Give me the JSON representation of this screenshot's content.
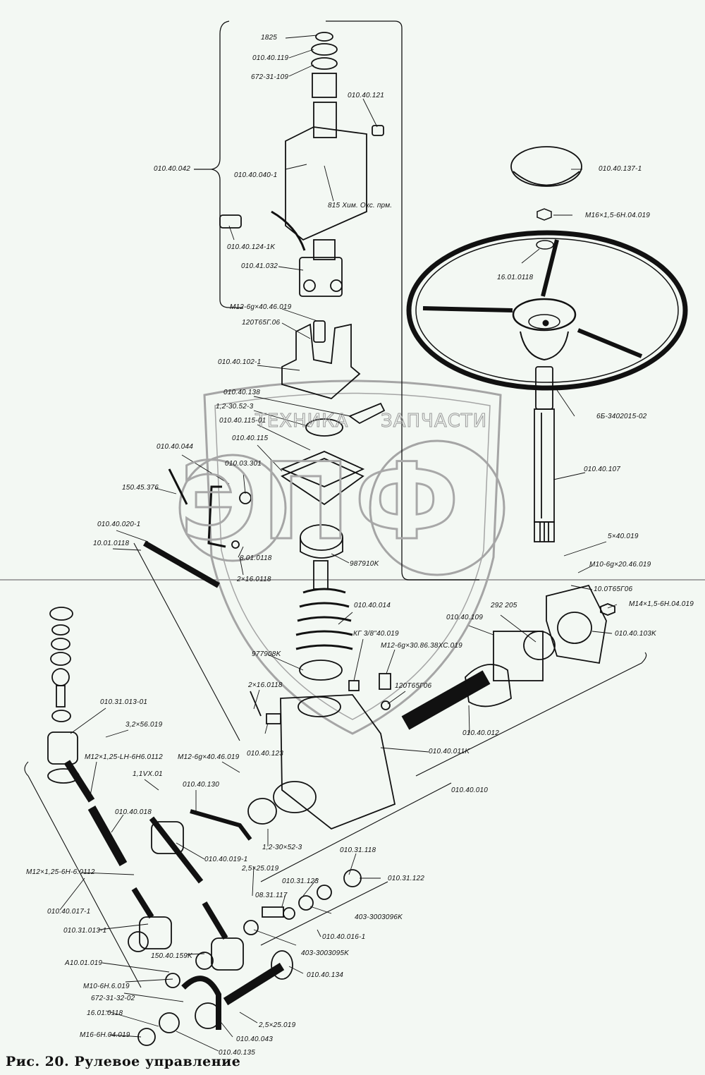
{
  "figure": {
    "caption": "Рис. 20. Рулевое управление",
    "subject": "Steering control exploded parts diagram"
  },
  "watermark": {
    "top_text_left": "ТЕХНИКА",
    "top_text_right": "ЗАПЧАСТИ",
    "logo_letters": "ЭПФ",
    "color": "#a0a0a0"
  },
  "colors": {
    "background": "#f3f8f3",
    "ink": "#111111"
  },
  "labels": [
    {
      "id": "1825",
      "text": "1825"
    },
    {
      "id": "010.40.119",
      "text": "010.40.119"
    },
    {
      "id": "672-31-109",
      "text": "672-31-109"
    },
    {
      "id": "010.40.121",
      "text": "010.40.121"
    },
    {
      "id": "010.40.042",
      "text": "010.40.042"
    },
    {
      "id": "010.40.040-1",
      "text": "010.40.040-1"
    },
    {
      "id": "815",
      "text": "815 Хим. Окс. прм."
    },
    {
      "id": "010.40.124-1K",
      "text": "010.40.124-1K"
    },
    {
      "id": "010.41.032",
      "text": "010.41.032"
    },
    {
      "id": "M12-6g-40.46.019-top",
      "text": "M12-6g×40.46.019"
    },
    {
      "id": "120T65G.06",
      "text": "120Т65Г.06"
    },
    {
      "id": "010.40.137-1",
      "text": "010.40.137-1"
    },
    {
      "id": "M16-1.5-6H.04.019",
      "text": "M16×1,5-6H.04.019"
    },
    {
      "id": "16.01.0118-wheel",
      "text": "16.01.0118"
    },
    {
      "id": "010.40.102-1",
      "text": "010.40.102-1"
    },
    {
      "id": "010.40.138",
      "text": "010.40.138"
    },
    {
      "id": "1.2-30.52-3",
      "text": "1,2-30.52-3"
    },
    {
      "id": "010.40.115-01",
      "text": "010.40.115-01"
    },
    {
      "id": "010.40.115",
      "text": "010.40.115"
    },
    {
      "id": "6B-3402015-02",
      "text": "6Б-3402015-02"
    },
    {
      "id": "010.40.044",
      "text": "010.40.044"
    },
    {
      "id": "010.03.301",
      "text": "010.03.301"
    },
    {
      "id": "150.45.376",
      "text": "150.45.376"
    },
    {
      "id": "010.40.107",
      "text": "010.40.107"
    },
    {
      "id": "010.40.020-1",
      "text": "010.40.020-1"
    },
    {
      "id": "10.01.0118",
      "text": "10.01.0118"
    },
    {
      "id": "8.01.0118",
      "text": "8.01.0118"
    },
    {
      "id": "987910K",
      "text": "987910K"
    },
    {
      "id": "5x40.019",
      "text": "5×40.019"
    },
    {
      "id": "M10-6g-20.46.019",
      "text": "M10-6g×20.46.019"
    },
    {
      "id": "10.0T65G06",
      "text": "10.0Т65Г06"
    },
    {
      "id": "2x16.0118-a",
      "text": "2×16.0118"
    },
    {
      "id": "M14-1.5-6H.04.019",
      "text": "M14×1,5-6H.04.019"
    },
    {
      "id": "010.40.014",
      "text": "010.40.014"
    },
    {
      "id": "292205",
      "text": "292 205"
    },
    {
      "id": "010.40.109",
      "text": "010.40.109"
    },
    {
      "id": "010.40.103K",
      "text": "010.40.103K"
    },
    {
      "id": "KG3/8-40.019",
      "text": "КГ 3/8\"40.019"
    },
    {
      "id": "M12-6g-30.86.38XC.019",
      "text": "M12-6g×30.86.38ХС.019"
    },
    {
      "id": "977908K",
      "text": "977908K"
    },
    {
      "id": "120T65G06-b",
      "text": "120Т65Г06"
    },
    {
      "id": "2x16.0118-b",
      "text": "2×16.0118"
    },
    {
      "id": "010.40.012",
      "text": "010.40.012"
    },
    {
      "id": "010.31.013-01",
      "text": "010.31.013-01"
    },
    {
      "id": "3.2x56.019",
      "text": "3,2×56.019"
    },
    {
      "id": "010.40.123",
      "text": "010.40.123"
    },
    {
      "id": "010.40.011K",
      "text": "010.40.011K"
    },
    {
      "id": "M12-1.25-LH-6H6.0112",
      "text": "M12×1,25-LH-6H6.0112"
    },
    {
      "id": "M12-6g-40.46.019-b",
      "text": "M12-6g×40.46.019"
    },
    {
      "id": "1.1VX.01",
      "text": "1,1VX.01"
    },
    {
      "id": "010.40.130",
      "text": "010.40.130"
    },
    {
      "id": "010.40.010",
      "text": "010.40.010"
    },
    {
      "id": "010.40.018",
      "text": "010.40.018"
    },
    {
      "id": "010.40.019-1",
      "text": "010.40.019-1"
    },
    {
      "id": "1.2-30x52-3",
      "text": "1,2-30×52-3"
    },
    {
      "id": "010.31.118",
      "text": "010.31.118"
    },
    {
      "id": "2.5x25.019-a",
      "text": "2,5×25.019"
    },
    {
      "id": "010.31.123",
      "text": "010.31.123"
    },
    {
      "id": "010.31.122",
      "text": "010.31.122"
    },
    {
      "id": "M12-1.25-6H-6.0112",
      "text": "M12×1,25-6H-6.0112"
    },
    {
      "id": "08.31.117",
      "text": "08.31.117"
    },
    {
      "id": "403-3003096K",
      "text": "403-3003096K"
    },
    {
      "id": "010.40.017-1",
      "text": "010.40.017-1"
    },
    {
      "id": "010.31.013-1",
      "text": "010.31.013-1"
    },
    {
      "id": "010.40.016-1",
      "text": "010.40.016-1"
    },
    {
      "id": "403-3003095K",
      "text": "403-3003095K"
    },
    {
      "id": "150.40.159K",
      "text": "150.40.159K"
    },
    {
      "id": "A10.01.019",
      "text": "A10.01.019"
    },
    {
      "id": "010.40.134",
      "text": "010.40.134"
    },
    {
      "id": "M10-6H.6.019",
      "text": "M10-6H.6.019"
    },
    {
      "id": "672-31-32-02",
      "text": "672-31-32-02"
    },
    {
      "id": "16.01.0118-b",
      "text": "16.01.0118"
    },
    {
      "id": "2.5x25.019-b",
      "text": "2,5×25.019"
    },
    {
      "id": "M16-6H.04.019",
      "text": "M16-6H.04.019"
    },
    {
      "id": "010.40.043",
      "text": "010.40.043"
    },
    {
      "id": "010.40.135",
      "text": "010.40.135"
    }
  ]
}
